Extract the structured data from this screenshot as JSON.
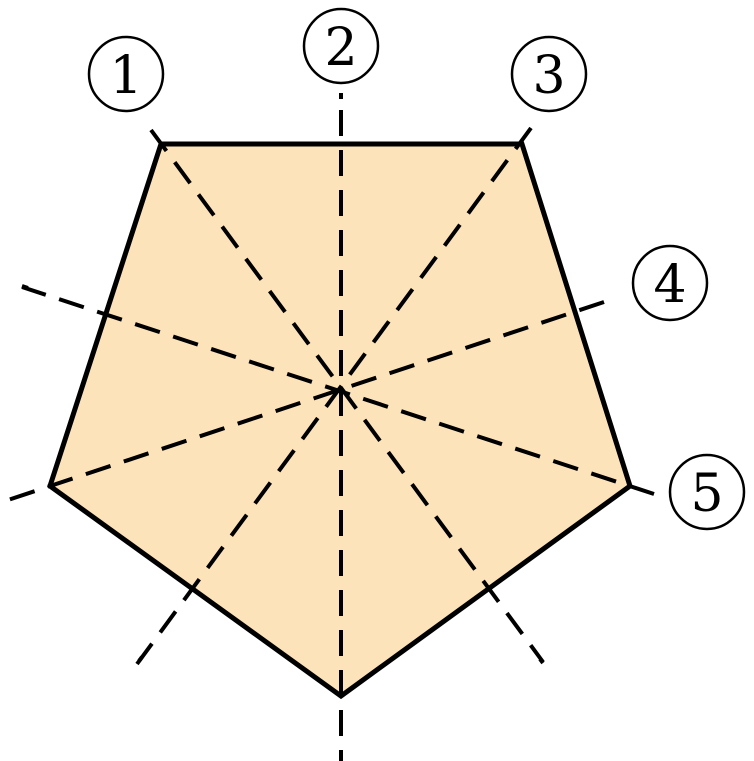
{
  "diagram": {
    "fill_color": "#FDE3BA",
    "stroke_color": "#000000",
    "labels": [
      {
        "id": "1",
        "text": "1"
      },
      {
        "id": "2",
        "text": "2"
      },
      {
        "id": "3",
        "text": "3"
      },
      {
        "id": "4",
        "text": "4"
      },
      {
        "id": "5",
        "text": "5"
      }
    ]
  }
}
